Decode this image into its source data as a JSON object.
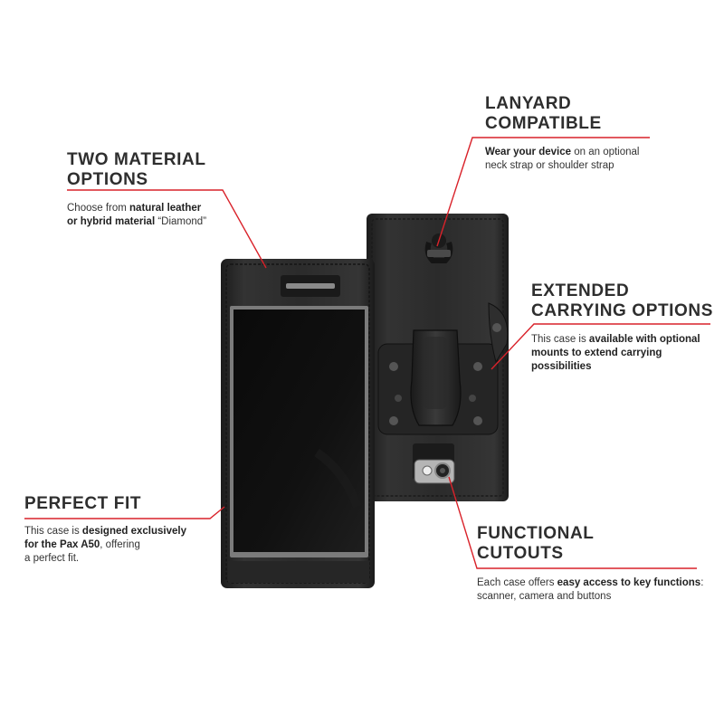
{
  "callouts": {
    "materials": {
      "title_line1": "TWO MATERIAL",
      "title_line2": "OPTIONS",
      "desc_1": "Choose from ",
      "desc_bold_1": "natural leather",
      "desc_bold_2": "or hybrid material",
      "desc_2": " “Diamond”"
    },
    "lanyard": {
      "title_line1": "LANYARD",
      "title_line2": "COMPATIBLE",
      "desc_bold_1": "Wear your device",
      "desc_1": " on an optional",
      "desc_2": "neck strap or shoulder strap"
    },
    "carrying": {
      "title_line1": "EXTENDED",
      "title_line2": "CARRYING OPTIONS",
      "desc_1": "This case is ",
      "desc_bold_1": "available with optional",
      "desc_bold_2": "mounts to extend carrying",
      "desc_bold_3": "possibilities"
    },
    "fit": {
      "title_line1": "PERFECT FIT",
      "desc_1": "This case is ",
      "desc_bold_1": "designed exclusively",
      "desc_bold_2": "for the Pax A50",
      "desc_2": ", offering",
      "desc_3": "a perfect fit."
    },
    "cutouts": {
      "title_line1": "FUNCTIONAL",
      "title_line2": "CUTOUTS",
      "desc_1": "Each case offers ",
      "desc_bold_1": "easy access to key functions",
      "desc_2": ":",
      "desc_3": "scanner, camera and buttons"
    }
  },
  "colors": {
    "accent_line": "#d9222a",
    "leather": "#2a2a2a",
    "screen": "#0b0b0b"
  },
  "icons": [
    "phone-case-front-image",
    "phone-case-back-image"
  ]
}
